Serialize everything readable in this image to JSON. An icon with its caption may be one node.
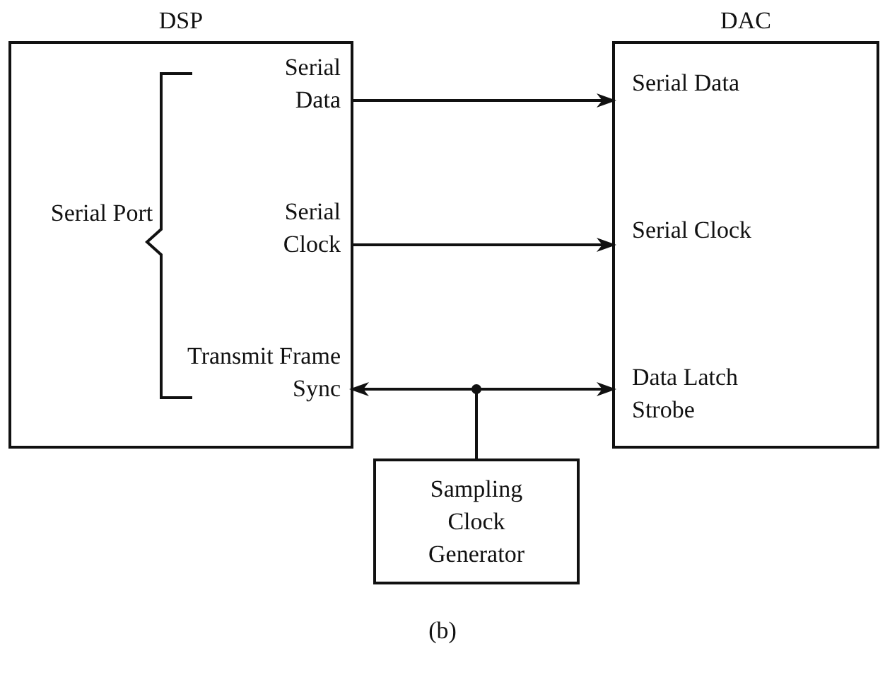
{
  "diagram": {
    "caption": "(b)",
    "nodes": [
      {
        "text": [
          "DSP",
          "Serial Port"
        ]
      },
      {
        "text": [
          "Serial Data"
        ],
        "in": 0
      },
      {
        "text": [
          "Serial Clock"
        ],
        "in": 0
      },
      {
        "text": [
          "Transmit Frame Sync"
        ],
        "in": 0
      },
      {
        "text": [
          "DAC"
        ]
      },
      {
        "text": [
          "Serial Data"
        ],
        "in": 4
      },
      {
        "text": [
          "Serial Clock"
        ],
        "in": 4
      },
      {
        "text": [
          "Data Latch Strobe"
        ],
        "in": 4
      },
      {
        "text": [
          "Sampling Clock Generator"
        ]
      }
    ],
    "edges": [
      {
        "from": 1,
        "to": 5,
        "arrow": "to"
      },
      {
        "from": 2,
        "to": 6,
        "arrow": "to"
      },
      {
        "from": 8,
        "to": 3,
        "arrow": "to"
      },
      {
        "from": 8,
        "to": 7,
        "arrow": "to"
      }
    ]
  }
}
